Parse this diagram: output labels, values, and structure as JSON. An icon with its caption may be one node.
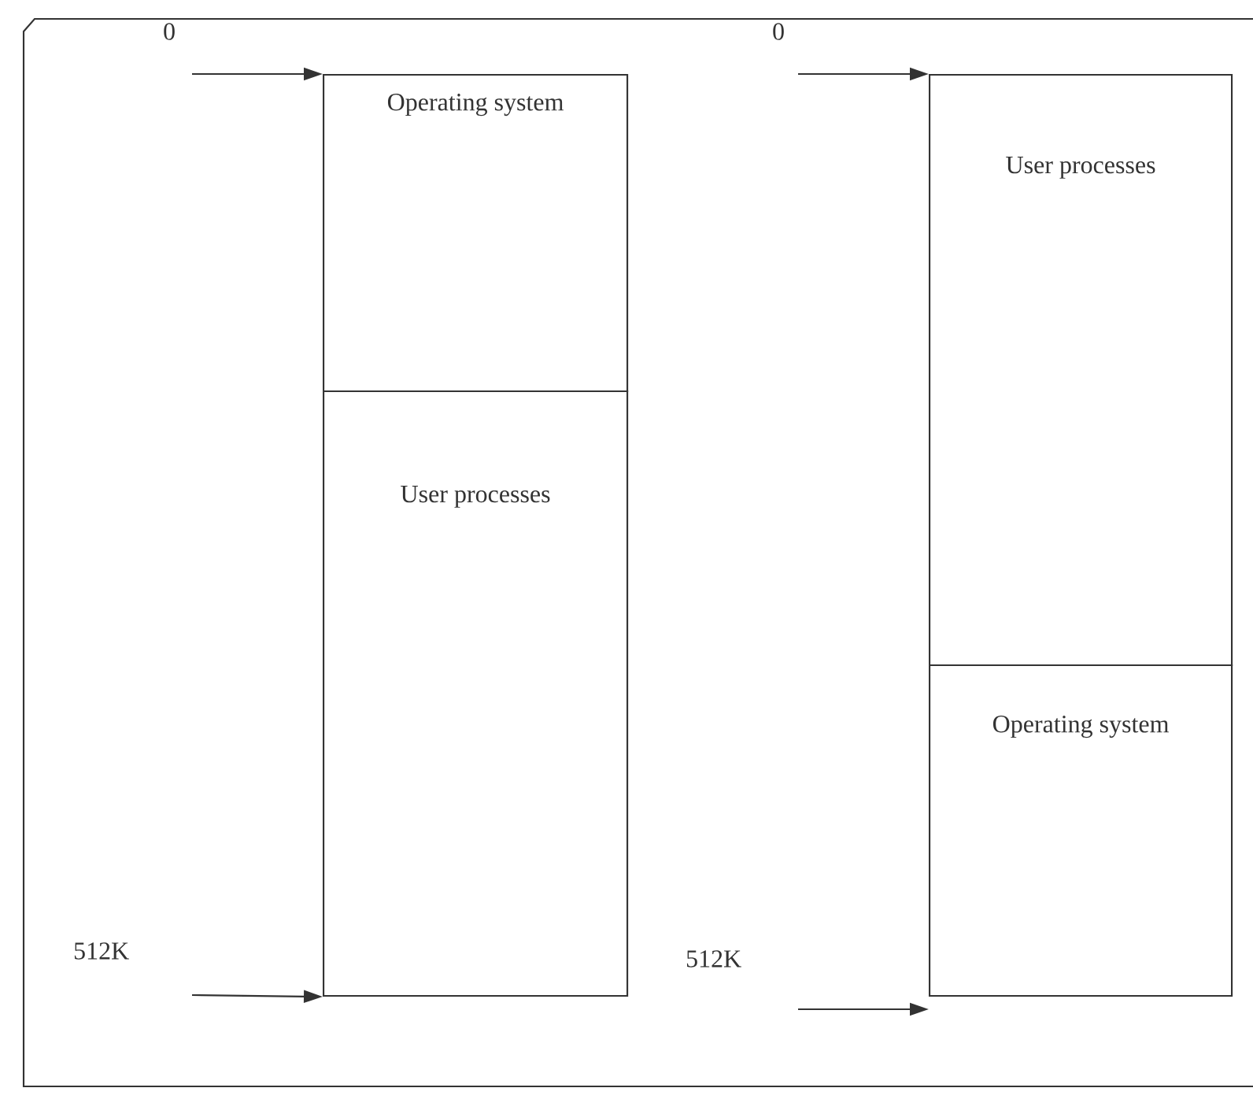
{
  "diagram": {
    "nodes": [
      {
        "text": [
          "Operating system"
        ]
      },
      {
        "text": [
          "User processes"
        ]
      },
      {
        "text": [
          "User processes"
        ]
      },
      {
        "text": [
          "Operating system"
        ]
      }
    ],
    "edges": [
      {
        "from": null,
        "to": 0,
        "arrow": "to"
      },
      {
        "from": null,
        "to": 1,
        "arrow": "to"
      },
      {
        "from": null,
        "to": 2,
        "arrow": "to"
      },
      {
        "from": null,
        "to": 3,
        "arrow": "to"
      }
    ],
    "labels": [
      "0",
      "512K",
      "0",
      "512K"
    ]
  }
}
